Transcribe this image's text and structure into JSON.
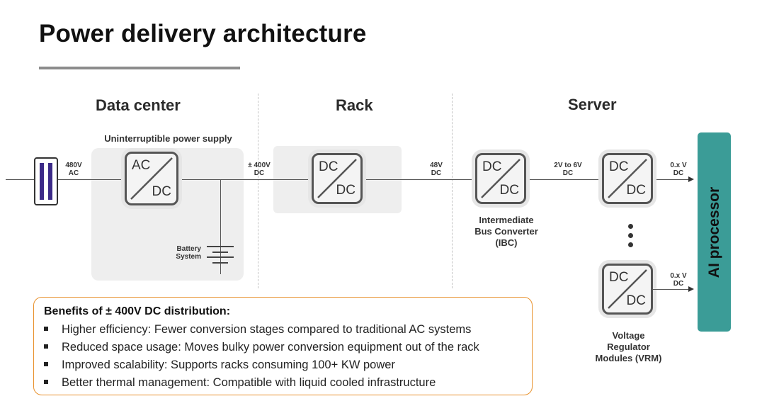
{
  "title": "Power delivery architecture",
  "sections": {
    "data_center": "Data center",
    "rack": "Rack",
    "server": "Server"
  },
  "ups": {
    "label": "Uninterruptible power supply",
    "converter": {
      "in": "AC",
      "out": "DC"
    },
    "battery_label_line1": "Battery",
    "battery_label_line2": "System"
  },
  "source": {
    "icon": "power-source-icon"
  },
  "links": {
    "ac480_line1": "480V",
    "ac480_line2": "AC",
    "dc400_line1": "± 400V",
    "dc400_line2": "DC",
    "dc48_line1": "48V",
    "dc48_line2": "DC",
    "dc2to6_line1": "2V to 6V",
    "dc2to6_line2": "DC",
    "out1_line1": "0.x V",
    "out1_line2": "DC",
    "out2_line1": "0.x V",
    "out2_line2": "DC"
  },
  "rack_converter": {
    "in": "DC",
    "out": "DC"
  },
  "ibc": {
    "converter": {
      "in": "DC",
      "out": "DC"
    },
    "label_line1": "Intermediate",
    "label_line2": "Bus Converter",
    "label_line3": "(IBC)"
  },
  "vrm": {
    "converter_top": {
      "in": "DC",
      "out": "DC"
    },
    "converter_bottom": {
      "in": "DC",
      "out": "DC"
    },
    "label_line1": "Voltage",
    "label_line2": "Regulator",
    "label_line3": "Modules (VRM)"
  },
  "ai_processor": "AI processor",
  "benefits": {
    "title": "Benefits of ± 400V DC distribution:",
    "items": [
      "Higher efficiency: Fewer conversion stages compared to traditional AC systems",
      "Reduced space usage: Moves bulky power conversion equipment out of the rack",
      "Improved scalability: Supports racks consuming 100+ KW power",
      "Better thermal management: Compatible with liquid cooled infrastructure"
    ]
  },
  "colors": {
    "accent_teal": "#3b9c97",
    "benefits_border": "#e8912c",
    "source_bars": "#3c2a88"
  }
}
